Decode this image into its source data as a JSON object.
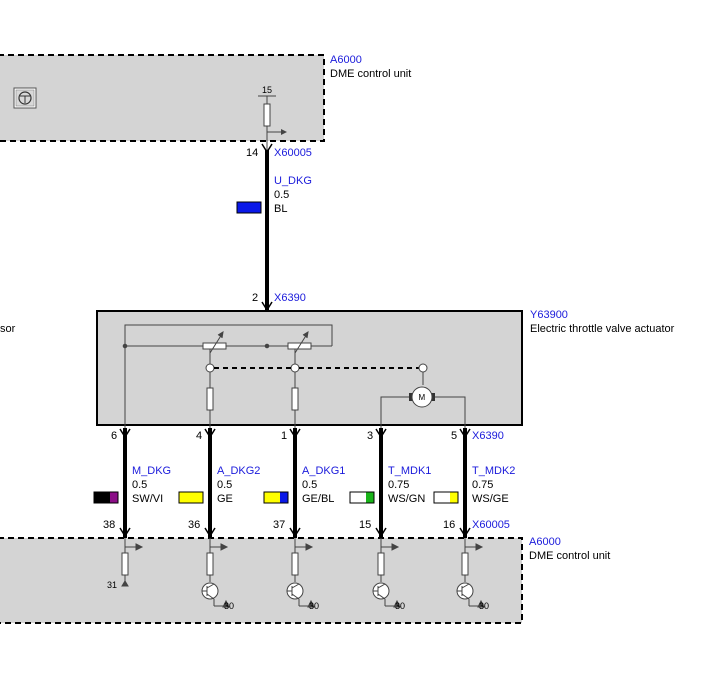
{
  "colors": {
    "box_fill": "#d4d4d4",
    "link_blue": "#1a1adb",
    "wire": "#000000",
    "blue": "#0a18e8",
    "yellow": "#ffff00",
    "green": "#19b419",
    "violet": "#8b0e87",
    "white": "#ffffff",
    "black": "#000000"
  },
  "top_unit": {
    "id": "A6000",
    "name": "DME control unit",
    "pin_top": "15"
  },
  "bottom_unit": {
    "id": "A6000",
    "name": "DME control unit"
  },
  "actuator": {
    "id": "Y63900",
    "name": "Electric throttle valve actuator",
    "motor_label": "M"
  },
  "left_fragment": "sor",
  "connectors": {
    "x60005": "X60005",
    "x6390": "X6390"
  },
  "supply_wire": {
    "signal": "U_DKG",
    "size": "0.5",
    "color_code": "BL",
    "pin_dme": "14",
    "pin_actuator": "2"
  },
  "wires": [
    {
      "signal": "M_DKG",
      "size": "0.5",
      "color_code": "SW/VI",
      "pin_top": "6",
      "pin_bottom": "38",
      "ground": "31",
      "swatch": [
        "black",
        "violet"
      ]
    },
    {
      "signal": "A_DKG2",
      "size": "0.5",
      "color_code": "GE",
      "pin_top": "4",
      "pin_bottom": "36",
      "ground": "30",
      "swatch": [
        "yellow"
      ]
    },
    {
      "signal": "A_DKG1",
      "size": "0.5",
      "color_code": "GE/BL",
      "pin_top": "1",
      "pin_bottom": "37",
      "ground": "30",
      "swatch": [
        "yellow",
        "blue"
      ]
    },
    {
      "signal": "T_MDK1",
      "size": "0.75",
      "color_code": "WS/GN",
      "pin_top": "3",
      "pin_bottom": "15",
      "ground": "30",
      "swatch": [
        "white",
        "green"
      ]
    },
    {
      "signal": "T_MDK2",
      "size": "0.75",
      "color_code": "WS/GE",
      "pin_top": "5",
      "pin_bottom": "16",
      "ground": "30",
      "swatch": [
        "white",
        "yellow"
      ]
    }
  ]
}
